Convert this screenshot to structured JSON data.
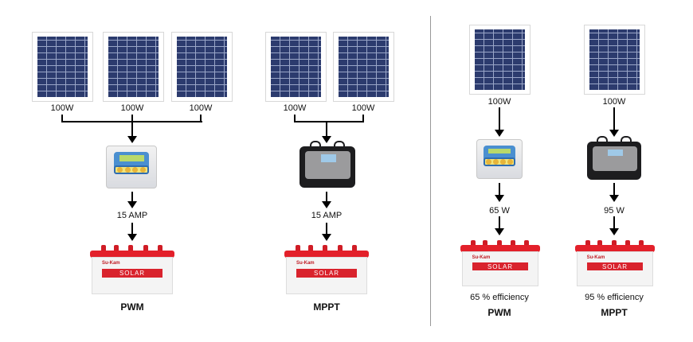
{
  "left": {
    "pwm": {
      "panels": [
        "100W",
        "100W",
        "100W"
      ],
      "output": "15 AMP",
      "title": "PWM"
    },
    "mppt": {
      "panels": [
        "100W",
        "100W"
      ],
      "output": "15 AMP",
      "title": "MPPT"
    }
  },
  "right": {
    "pwm": {
      "panel": "100W",
      "output": "65 W",
      "efficiency": "65 % efficiency",
      "title": "PWM"
    },
    "mppt": {
      "panel": "100W",
      "output": "95 W",
      "efficiency": "95 % efficiency",
      "title": "MPPT"
    }
  },
  "battery": {
    "brand": "Su-Kam",
    "label": "SOLAR"
  }
}
